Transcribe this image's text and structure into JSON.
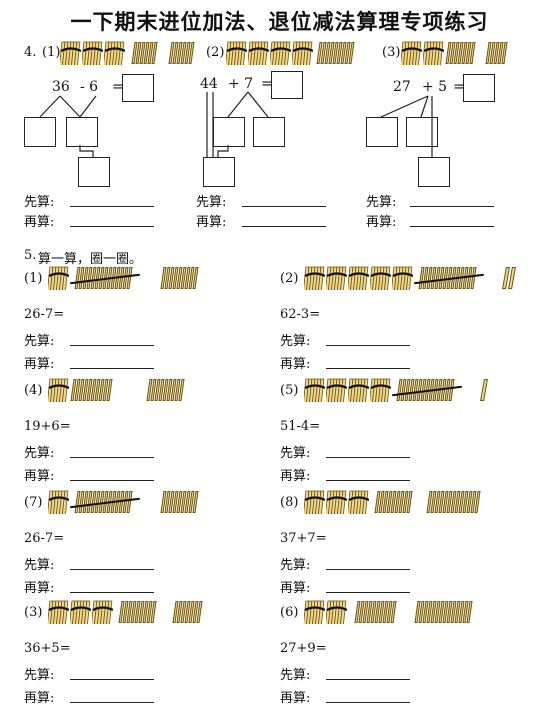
{
  "title": "一下期末进位加法、退位减法算理专项练习",
  "q4": {
    "number": "4.",
    "labels": [
      "(1)",
      "(2)",
      "(3)"
    ],
    "items": [
      {
        "a": "36",
        "op": "- 6",
        "eq": "="
      },
      {
        "a": "44",
        "op": "+ 7",
        "eq": "="
      },
      {
        "a": "27",
        "op": "+ 5",
        "eq": "="
      }
    ],
    "first_label": "先算:",
    "then_label": "再算:"
  },
  "q5": {
    "number": "5.",
    "instruction": "算一算，圈一圈。",
    "first_label": "先算:",
    "then_label": "再算:",
    "items": [
      {
        "label": "(1)",
        "expr": "26-7="
      },
      {
        "label": "(2)",
        "expr": "62-3="
      },
      {
        "label": "(4)",
        "expr": "19+6="
      },
      {
        "label": "(5)",
        "expr": "51-4="
      },
      {
        "label": "(7)",
        "expr": "26-7="
      },
      {
        "label": "(8)",
        "expr": "37+7="
      },
      {
        "label": "(3)",
        "expr": "36+5="
      },
      {
        "label": "(6)",
        "expr": "27+9="
      }
    ]
  },
  "colors": {
    "stick_fill": "#f0d88a",
    "stick_edge": "#6b5413",
    "ink": "#111111"
  }
}
